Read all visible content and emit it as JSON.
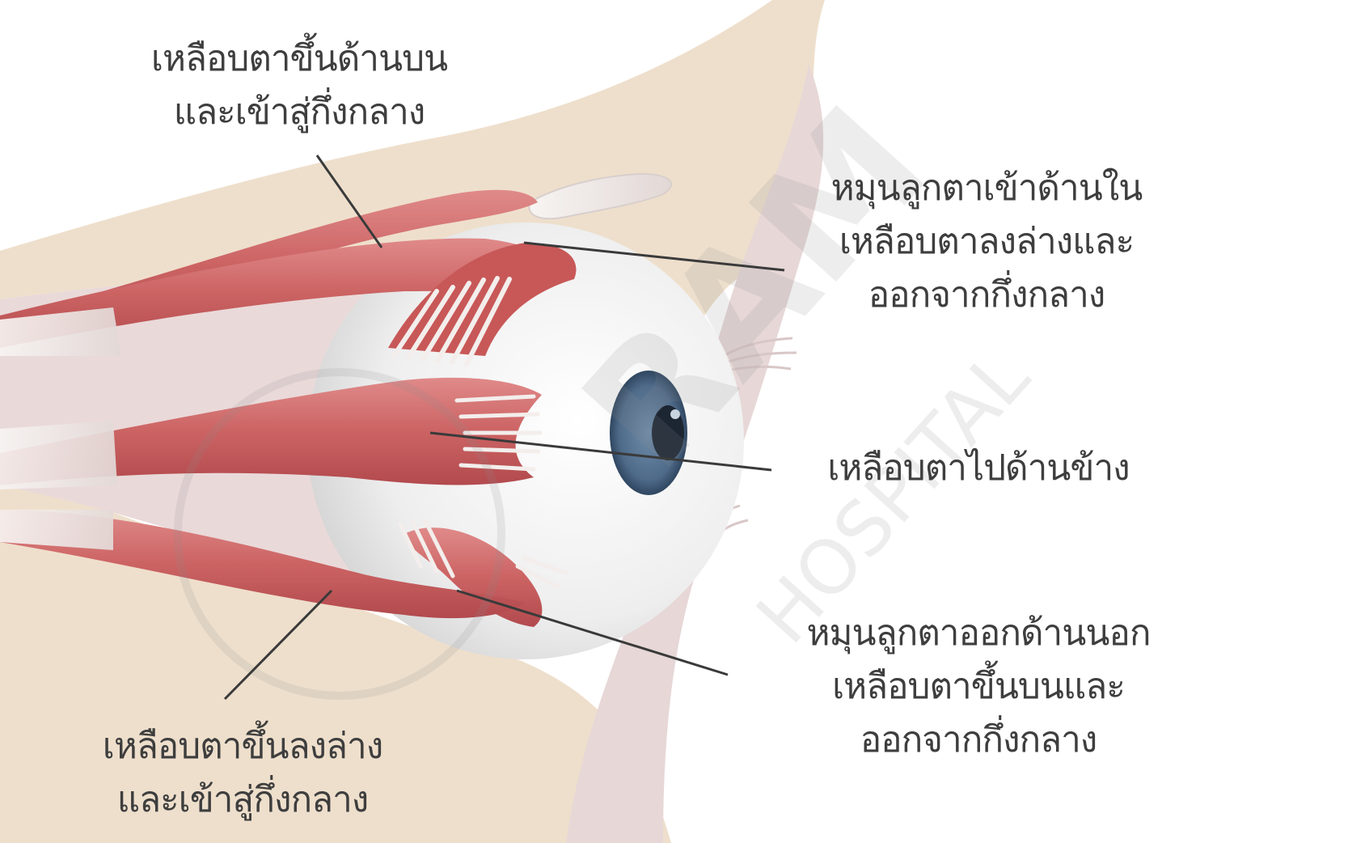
{
  "labels": {
    "superior_rectus": [
      "เหลือบตาขึ้นด้านบน",
      "และเข้าสู่กึ่งกลาง"
    ],
    "superior_oblique": [
      "หมุนลูกตาเข้าด้านใน",
      "เหลือบตาลงล่างและ",
      "ออกจากกึ่งกลาง"
    ],
    "lateral_rectus": [
      "เหลือบตาไปด้านข้าง"
    ],
    "inferior_oblique": [
      "หมุนลูกตาออกด้านนอก",
      "เหลือบตาขึ้นบนและ",
      "ออกจากกึ่งกลาง"
    ],
    "inferior_rectus": [
      "เหลือบตาขึ้นลงล่าง",
      "และเข้าสู่กึ่งกลาง"
    ]
  },
  "watermark": {
    "line1": "RAM",
    "line2": "HOSPITAL"
  },
  "colors": {
    "bone": "#eedfcc",
    "orbit_shadow": "#e6d6d6",
    "muscle": "#d06a6a",
    "muscle_dark": "#b44a4e",
    "tendon": "#f4f0ee",
    "sclera": "#efefef",
    "iris": "#4f6b8a",
    "pupil": "#1c2632",
    "leader_line": "#3a3a3a",
    "text": "#3e3e3e"
  }
}
